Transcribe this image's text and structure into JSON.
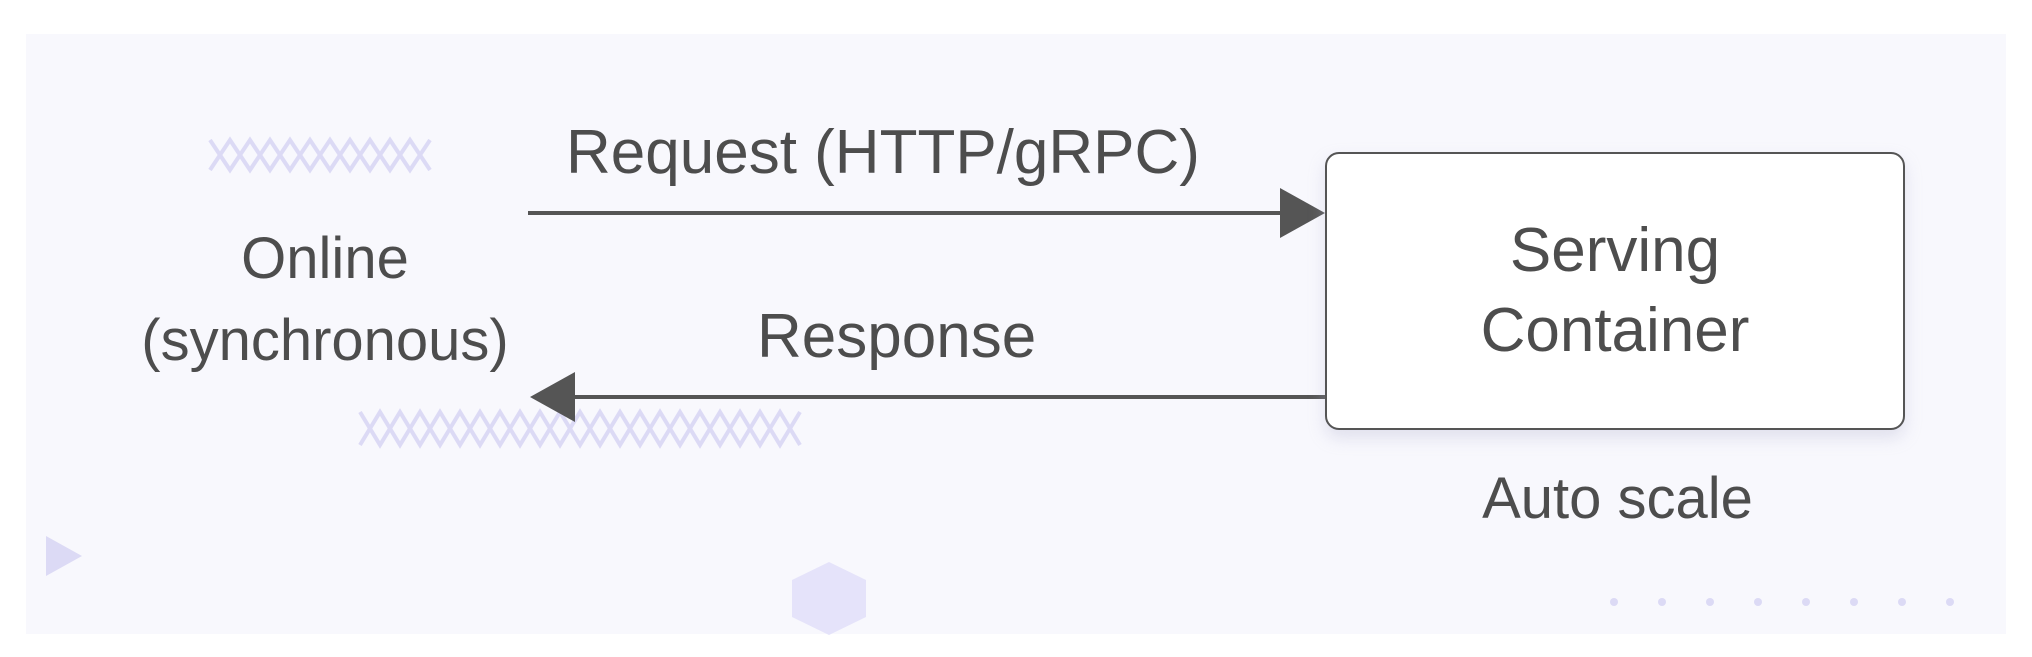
{
  "client": {
    "line1": "Online",
    "line2": "(synchronous)"
  },
  "request_label": "Request (HTTP/gRPC)",
  "response_label": "Response",
  "container": {
    "line1": "Serving",
    "line2": "Container"
  },
  "autoscale_label": "Auto scale",
  "colors": {
    "panel_bg": "#f8f8fd",
    "text": "#4d4d4d",
    "arrow": "#555555",
    "decoration": "#dcdaf5"
  }
}
